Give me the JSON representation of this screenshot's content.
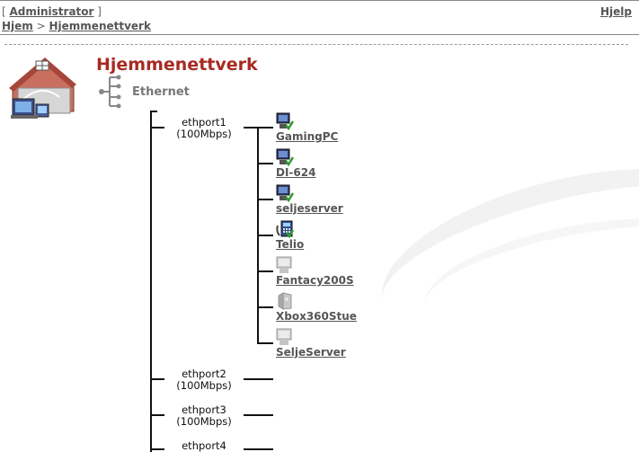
{
  "header": {
    "user_open": "[ ",
    "user": "Administrator",
    "user_close": " ]",
    "help": "Hjelp",
    "breadcrumb": {
      "home": "Hjem",
      "separator": " > ",
      "current": "Hjemmenettverk"
    }
  },
  "page": {
    "title": "Hjemmenettverk",
    "network_type": "Ethernet"
  },
  "ports": [
    {
      "name": "ethport1",
      "speed": "(100Mbps)"
    },
    {
      "name": "ethport2",
      "speed": "(100Mbps)"
    },
    {
      "name": "ethport3",
      "speed": "(100Mbps)"
    },
    {
      "name": "ethport4",
      "speed": ""
    }
  ],
  "devices": [
    {
      "name": "GamingPC",
      "icon": "computer-online-icon"
    },
    {
      "name": "DI-624",
      "icon": "computer-online-icon"
    },
    {
      "name": "seljeserver",
      "icon": "computer-online-icon"
    },
    {
      "name": "Telio",
      "icon": "phone-online-icon"
    },
    {
      "name": "Fantacy200S",
      "icon": "computer-offline-icon"
    },
    {
      "name": "Xbox360Stue",
      "icon": "xbox-offline-icon"
    },
    {
      "name": "SeljeServer",
      "icon": "computer-offline-icon"
    }
  ],
  "colors": {
    "title": "#a82a22",
    "link": "#555555",
    "online_check": "#2e9a2e"
  }
}
